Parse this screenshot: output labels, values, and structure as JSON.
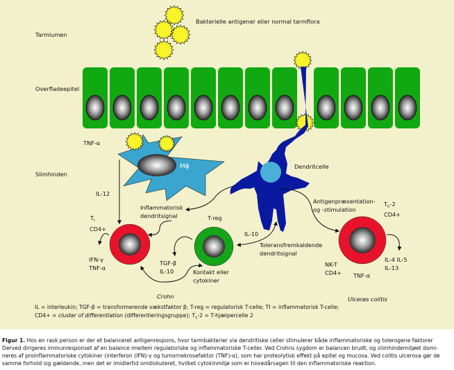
{
  "regions": {
    "lumen": "Tarmlumen",
    "epithelium": "Overfladeepitel",
    "mucosa": "Slimhinden"
  },
  "labels": {
    "bacteria": "Bakterielle antigener eller normal tarmflora",
    "tnf_top": "TNF-α",
    "macrophage": "Mϕ",
    "dendritic_cell": "Dendritcelle",
    "il12": "IL-12",
    "inflammatory_signal_1": "Inflammatorisk",
    "inflammatory_signal_2": "dendritsignal",
    "treg": "T-reg",
    "il10_dc": "IL-10",
    "tolerance_signal_1": "Toleransfremkaldende",
    "tolerance_signal_2": "dendritsignal",
    "antigen_presentation_1": "Antigenpræsentation-",
    "antigen_presentation_2": "og -stimulation",
    "ti_main": "T",
    "ti_sub": "I",
    "ti_cd4": "CD4+",
    "ifn": "IFN-γ",
    "tnf_left": "TNF-α",
    "tgf": "TGF-β",
    "il10_treg": "IL-10",
    "contact_1": "Kontakt eller",
    "contact_2": "cytokiner",
    "th2_main": "T",
    "th2_sub": "h",
    "th2_suffix": "-2",
    "th2_cd4": "CD4+",
    "il4_il5": "IL-4 IL-5",
    "il13": "IL-13",
    "nkt": "NK-T",
    "nkt_cd4": "CD4+",
    "tnf_right": "TNF-α",
    "crohn": "Crohn",
    "uc": "Ulcerøs colitis"
  },
  "legend": {
    "line1": "IL = interleukin;  TGF-β = transformerende vækstfaktor β;  T-reg = regulatorisk T-celle;  TI = inflammatorisk T-celle;",
    "line2_a": "CD4+ = ",
    "line2_italic": "cluster of differentiation",
    "line2_b": " (differentieringsgruppe);  T",
    "line2_sub": "h",
    "line2_c": "-2 = T-hjælpercelle 2"
  },
  "caption": {
    "figure_label": "Figur 1.",
    "lines": [
      " Hos en rask person er der et balanceret antigenrespons, hvor tarmbakterier via dendritiske celler stimulerer både inflammatoriske og tolerogene faktorer",
      "Derved dirigeres immunresponset af en balance imellem regulatoriske og inflammatoriske T-celler. Ved Crohns sygdom er balancen brudt, og slimhindemiljøet domi-",
      "neres af proinflammatoriske cytokiner (interferon (IFN)-γ og tumornekrosefaktor (TNF)-α), som har proteolytisk effekt på epitel og mucosa. Ved colitis ulcerosa gør de",
      "samme forhold sig gældende, men det er imidlertid omdiskuteret, hvilket cytokinmiljø som er hovedårsagen til den inflammatoriske reaktion."
    ]
  },
  "colors": {
    "background": "#f3f1cc",
    "epithelium": "#12a812",
    "bacteria": "#f8f428",
    "macrophage": "#3aa6cf",
    "dendritic": "#0a1aa0",
    "dendritic_nucleus": "#4bb0d8",
    "inflammatory_cell": "#e8132b",
    "treg_cell": "#16a51a"
  }
}
